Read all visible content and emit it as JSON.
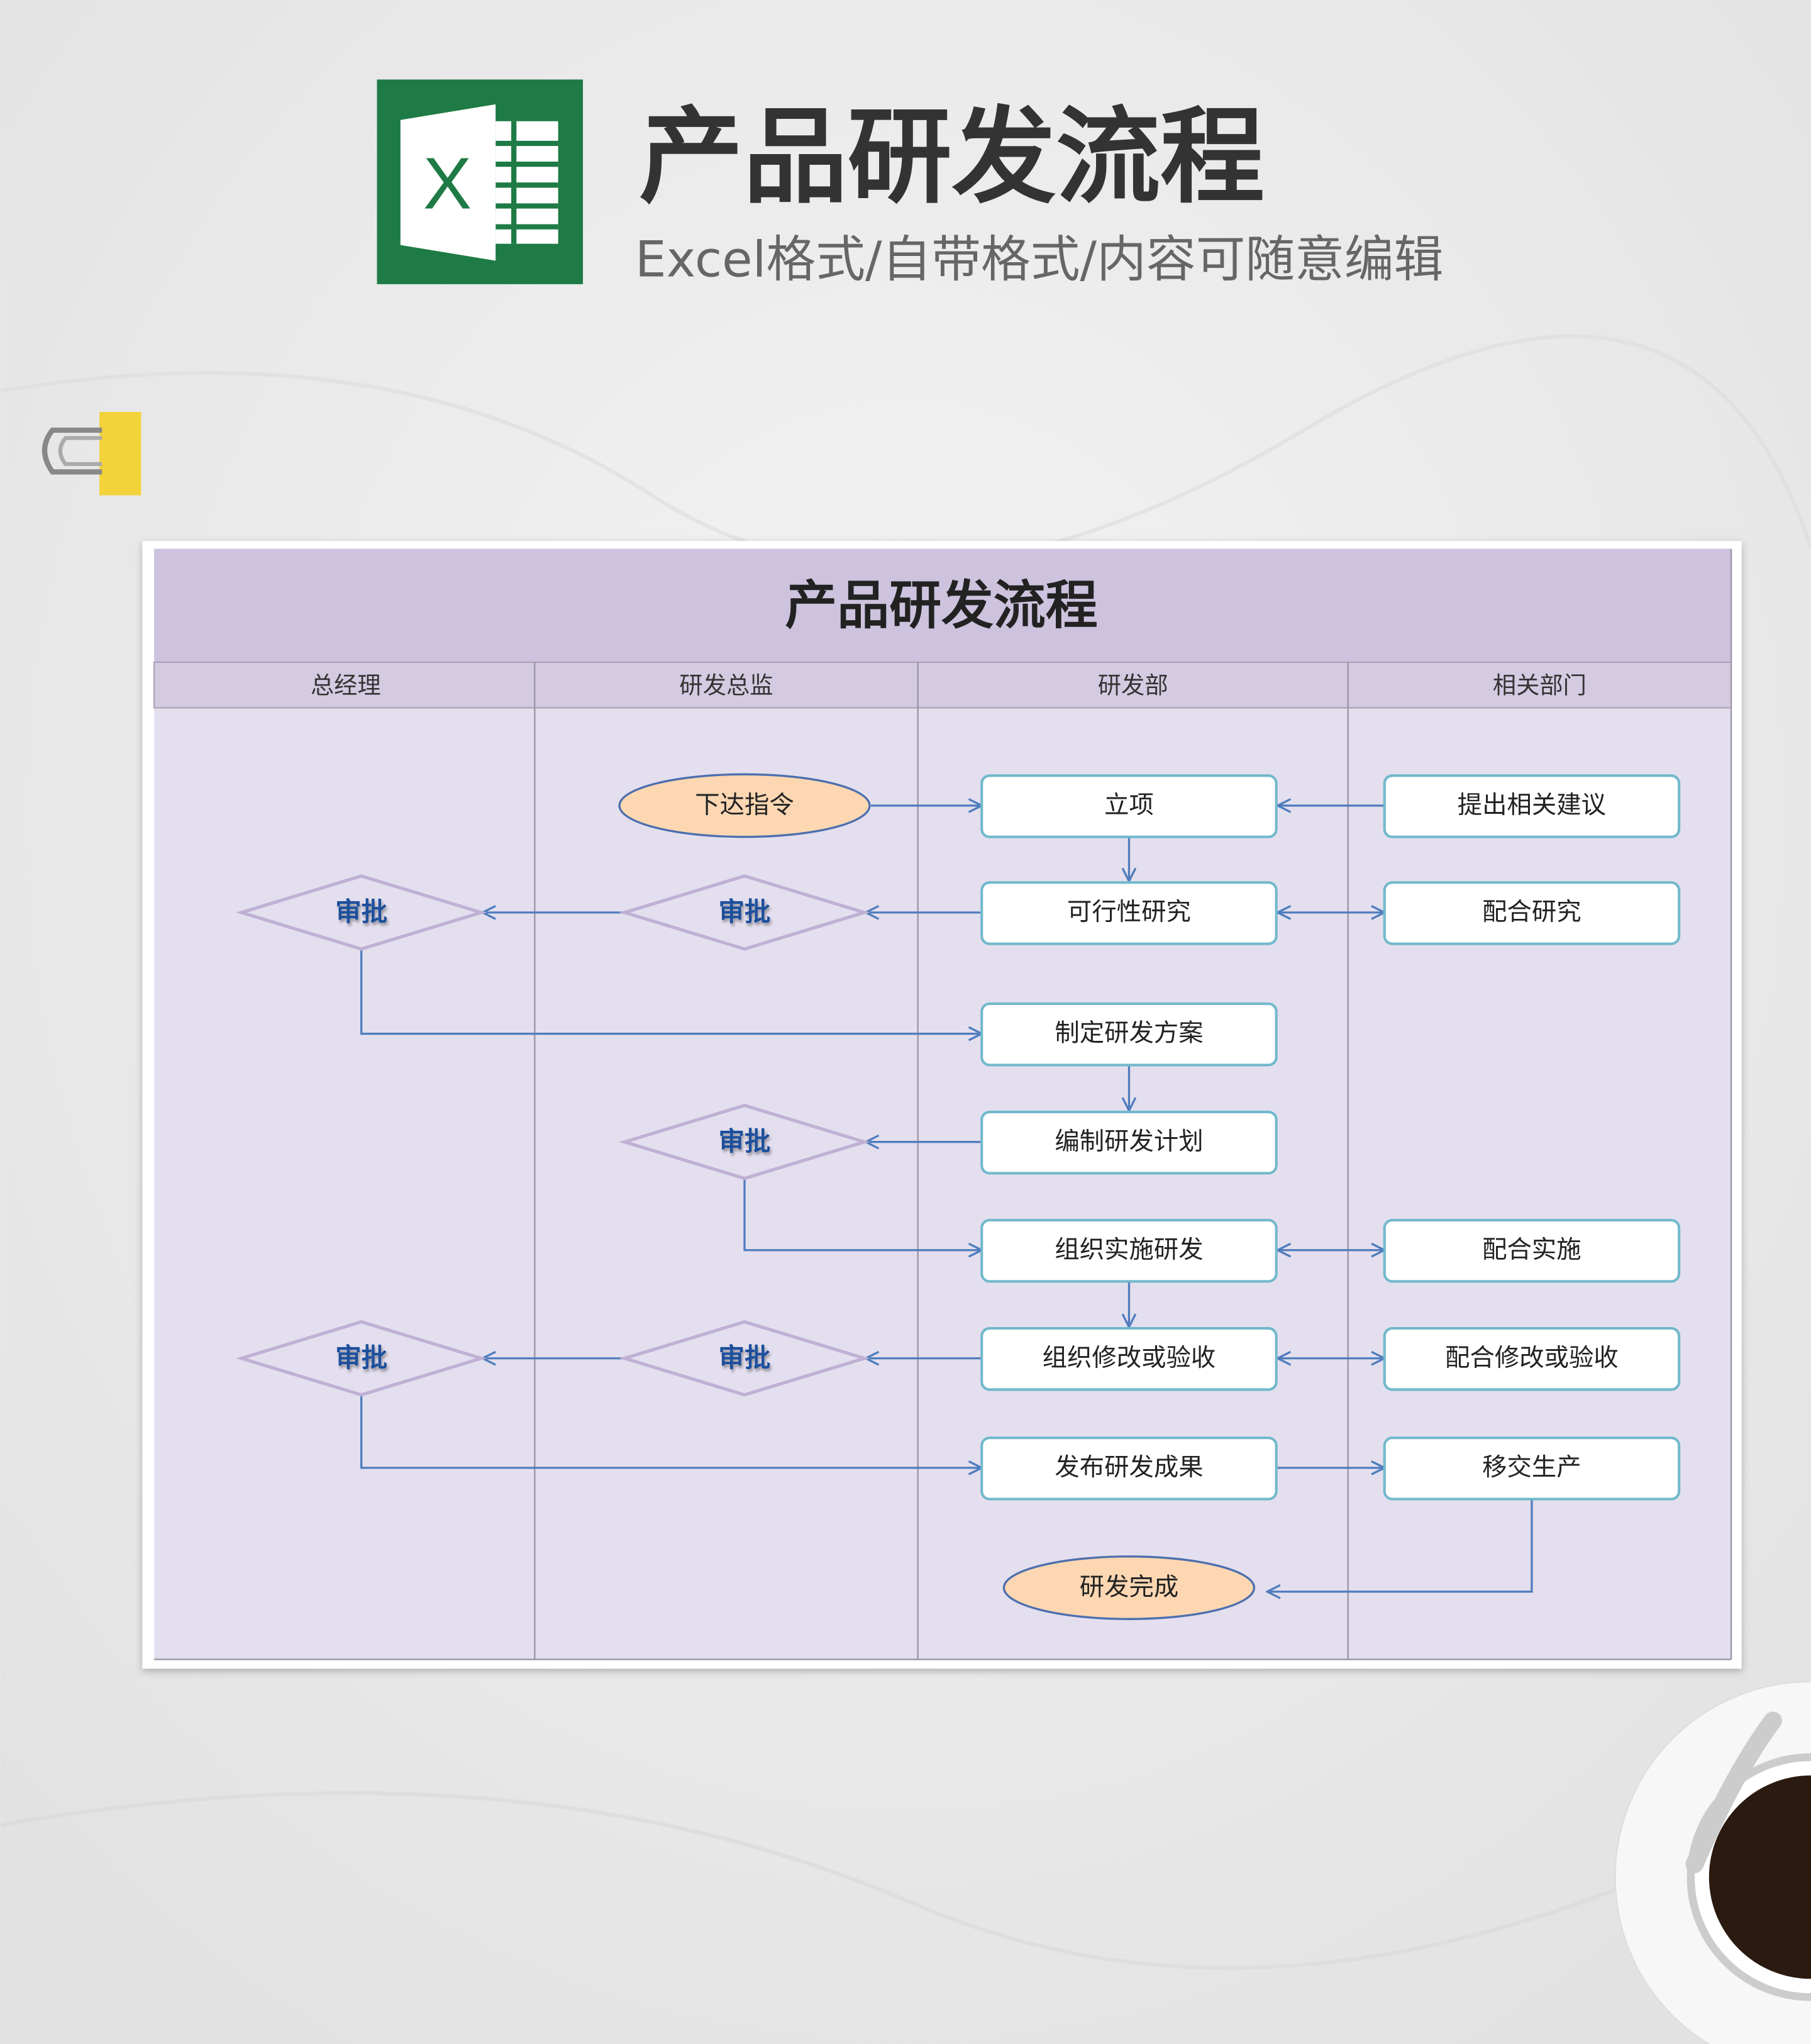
{
  "banner": {
    "title": "产品研发流程",
    "subtitle": "Excel格式/自带格式/内容可随意编辑",
    "logo_letter": "X"
  },
  "sheet": {
    "title": "产品研发流程",
    "lanes": [
      "总经理",
      "研发总监",
      "研发部",
      "相关部门"
    ],
    "nodes": {
      "start": "下达指令",
      "lixiang": "立项",
      "suggest": "提出相关建议",
      "feasibility": "可行性研究",
      "coop_research": "配合研究",
      "plan_scheme": "制定研发方案",
      "plan_schedule": "编制研发计划",
      "implement": "组织实施研发",
      "coop_implement": "配合实施",
      "revise": "组织修改或验收",
      "coop_revise": "配合修改或验收",
      "publish": "发布研发成果",
      "transfer": "移交生产",
      "end": "研发完成"
    },
    "approve": "审批"
  },
  "colors": {
    "excel_green": "#1e7b45",
    "title_band": "#cdc3de",
    "body": "#e4dfee",
    "arrow": "#4f7dbd"
  }
}
